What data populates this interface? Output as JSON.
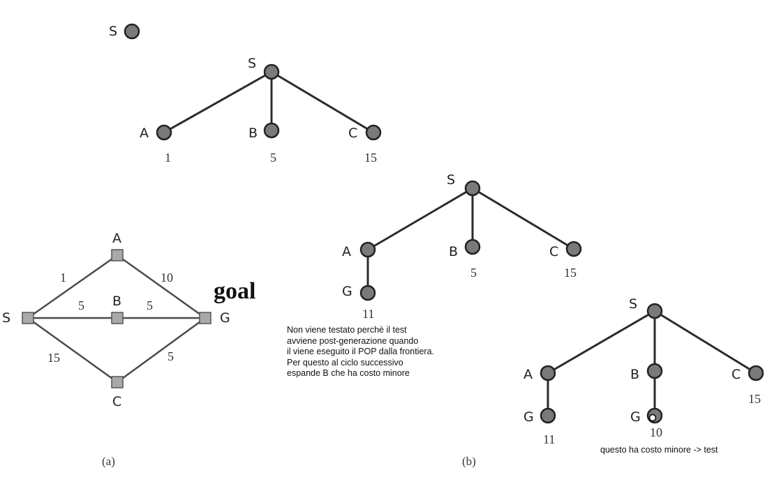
{
  "tree0": {
    "root": "S"
  },
  "tree1": {
    "root": "S",
    "children": [
      {
        "label": "A",
        "cost": "1"
      },
      {
        "label": "B",
        "cost": "5"
      },
      {
        "label": "C",
        "cost": "15"
      }
    ]
  },
  "tree2": {
    "root": "S",
    "children": [
      {
        "label": "A",
        "child": {
          "label": "G",
          "cost": "11"
        }
      },
      {
        "label": "B",
        "cost": "5"
      },
      {
        "label": "C",
        "cost": "15"
      }
    ]
  },
  "tree3": {
    "root": "S",
    "children": [
      {
        "label": "A",
        "child": {
          "label": "G",
          "cost": "11"
        }
      },
      {
        "label": "B",
        "child": {
          "label": "G",
          "cost": "10"
        }
      },
      {
        "label": "C",
        "cost": "15"
      }
    ]
  },
  "graph": {
    "nodes": {
      "S": "S",
      "A": "A",
      "B": "B",
      "C": "C",
      "G": "G"
    },
    "weights": {
      "SA": "1",
      "AG": "10",
      "SB": "5",
      "BG": "5",
      "SC": "15",
      "CG": "5"
    },
    "goal_label": "goal",
    "caption": "(a)"
  },
  "caption_b": "(b)",
  "note_lines": [
    "Non viene testato perchè il test",
    "avviene post-generazione quando",
    "il viene eseguito il POP dalla frontiera.",
    "Per questo al ciclo successivo",
    "espande B che ha costo minore"
  ],
  "note_test": "questo ha costo minore -> test"
}
